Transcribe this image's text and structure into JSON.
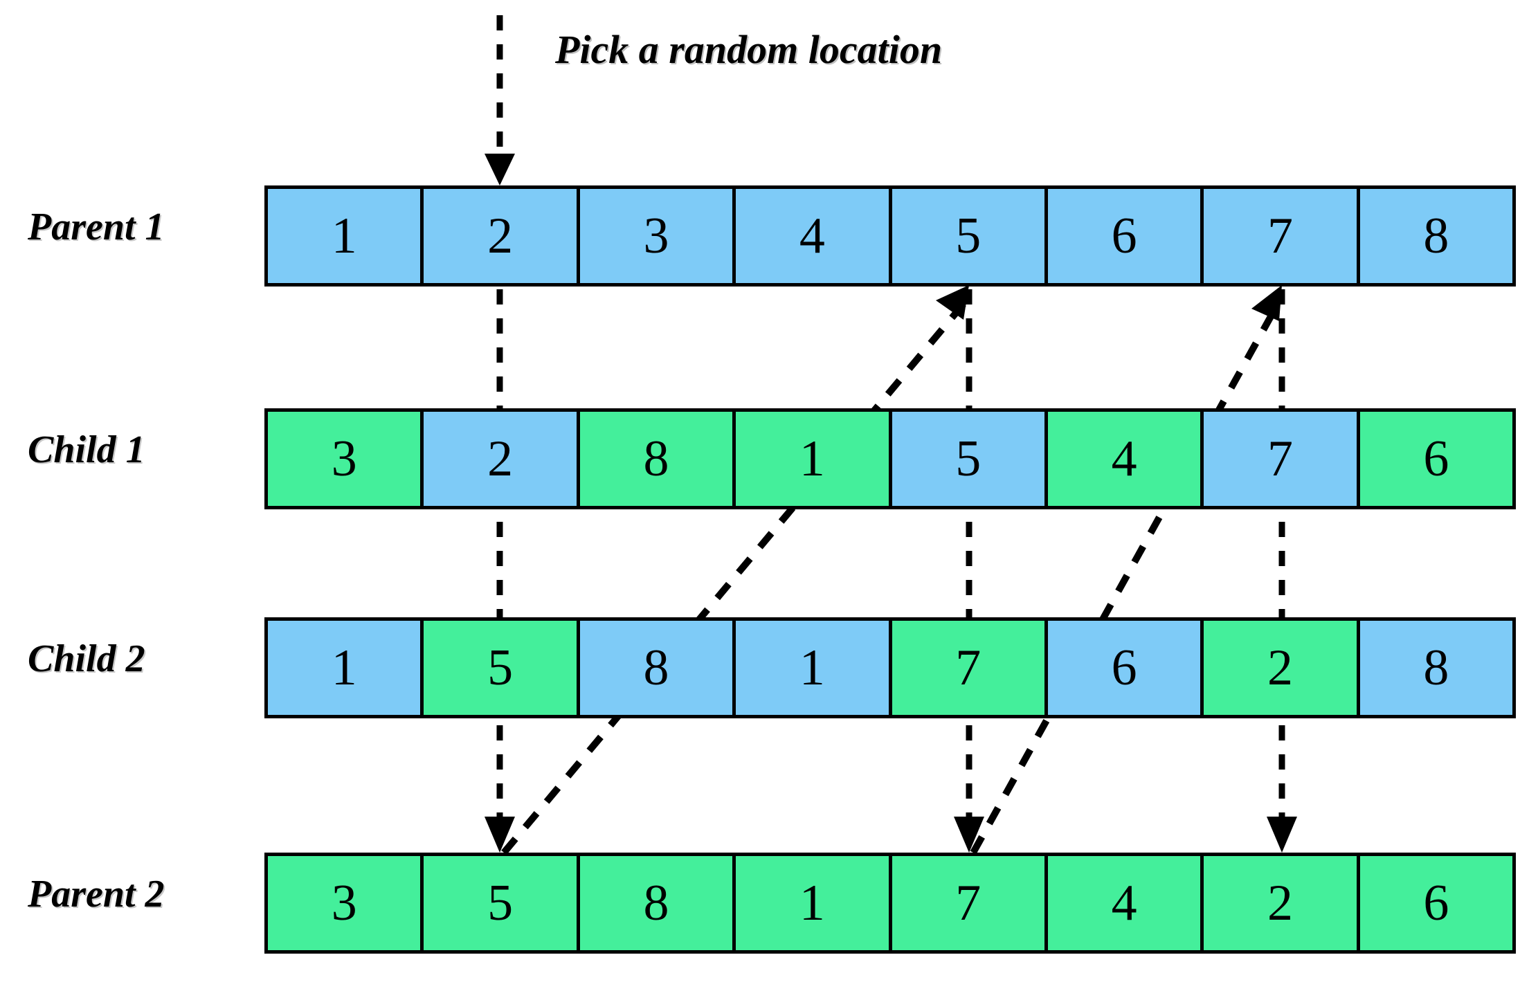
{
  "title": {
    "text": "Pick a random location"
  },
  "colors": {
    "parent1_blue": "#7ecbf7",
    "parent2_green": "#44ef9b",
    "border": "#000000",
    "background": "#ffffff"
  },
  "rows": [
    {
      "key": "parent1",
      "label": "Parent 1",
      "cells": [
        {
          "value": "1",
          "color": "blue"
        },
        {
          "value": "2",
          "color": "blue"
        },
        {
          "value": "3",
          "color": "blue"
        },
        {
          "value": "4",
          "color": "blue"
        },
        {
          "value": "5",
          "color": "blue"
        },
        {
          "value": "6",
          "color": "blue"
        },
        {
          "value": "7",
          "color": "blue"
        },
        {
          "value": "8",
          "color": "blue"
        }
      ]
    },
    {
      "key": "child1",
      "label": "Child 1",
      "cells": [
        {
          "value": "3",
          "color": "green"
        },
        {
          "value": "2",
          "color": "blue"
        },
        {
          "value": "8",
          "color": "green"
        },
        {
          "value": "1",
          "color": "green"
        },
        {
          "value": "5",
          "color": "blue"
        },
        {
          "value": "4",
          "color": "green"
        },
        {
          "value": "7",
          "color": "blue"
        },
        {
          "value": "6",
          "color": "green"
        }
      ]
    },
    {
      "key": "child2",
      "label": "Child 2",
      "cells": [
        {
          "value": "1",
          "color": "blue"
        },
        {
          "value": "5",
          "color": "green"
        },
        {
          "value": "8",
          "color": "blue"
        },
        {
          "value": "1",
          "color": "blue"
        },
        {
          "value": "7",
          "color": "green"
        },
        {
          "value": "6",
          "color": "blue"
        },
        {
          "value": "2",
          "color": "green"
        },
        {
          "value": "8",
          "color": "blue"
        }
      ]
    },
    {
      "key": "parent2",
      "label": "Parent 2",
      "cells": [
        {
          "value": "3",
          "color": "green"
        },
        {
          "value": "5",
          "color": "green"
        },
        {
          "value": "8",
          "color": "green"
        },
        {
          "value": "1",
          "color": "green"
        },
        {
          "value": "7",
          "color": "green"
        },
        {
          "value": "4",
          "color": "green"
        },
        {
          "value": "2",
          "color": "green"
        },
        {
          "value": "6",
          "color": "green"
        }
      ]
    }
  ],
  "annotations": {
    "crossover_column_index": 1,
    "swap_column_indices": [
      1,
      4,
      6
    ],
    "arrow_style": "dashed-black"
  }
}
